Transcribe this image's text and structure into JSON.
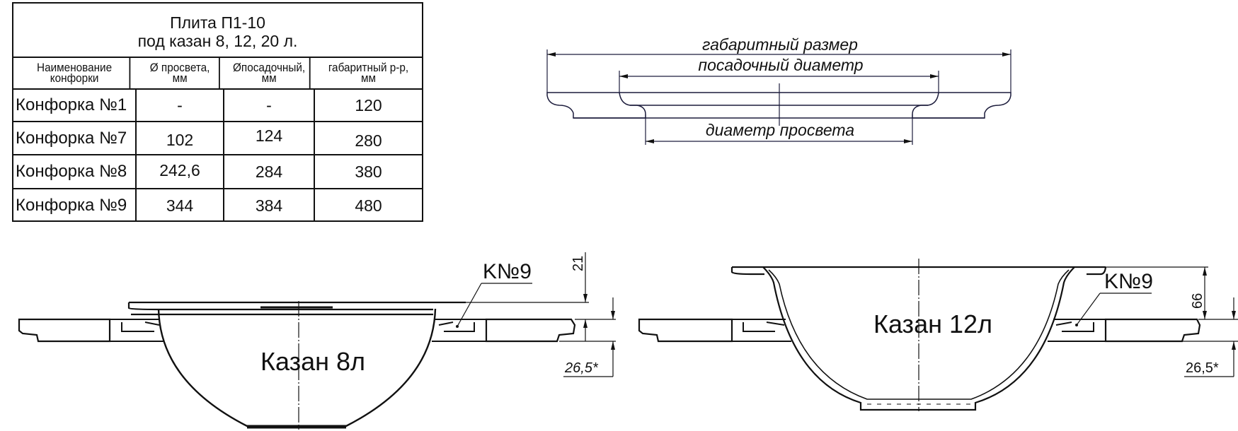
{
  "table": {
    "title_line1": "Плита П1-10",
    "title_line2": "под казан 8, 12, 20 л.",
    "headers": [
      {
        "line1": "Наименование",
        "line2": "конфорки"
      },
      {
        "line1": "Ø просвета,",
        "line2": "мм"
      },
      {
        "line1": "Øпосадочный,",
        "line2": "мм"
      },
      {
        "line1": "габаритный р-р,",
        "line2": "мм"
      }
    ],
    "rows": [
      {
        "name": "Конфорка №1",
        "clear_diameter": "-",
        "seat_diameter": "-",
        "overall_size": "120"
      },
      {
        "name": "Конфорка №7",
        "clear_diameter": "102",
        "seat_diameter": "124",
        "overall_size": "280"
      },
      {
        "name": "Конфорка №8",
        "clear_diameter": "242,6",
        "seat_diameter": "284",
        "overall_size": "380"
      },
      {
        "name": "Конфорка №9",
        "clear_diameter": "344",
        "seat_diameter": "384",
        "overall_size": "480"
      }
    ]
  },
  "ring_section": {
    "overall_size_label": "габаритный размер",
    "seat_diameter_label": "посадочный диаметр",
    "clear_diameter_label": "диаметр просвета"
  },
  "assembly_8l": {
    "label": "Казан 8л",
    "ring_callout": "K№9",
    "height_dim": "21",
    "plate_dim": "26,5*"
  },
  "assembly_12l": {
    "label": "Казан 12л",
    "ring_callout": "K№9",
    "height_dim": "66",
    "plate_dim": "26,5*"
  },
  "colors": {
    "ink": "#111111",
    "dimension_ink": "#1c1c3c",
    "background": "#ffffff"
  }
}
